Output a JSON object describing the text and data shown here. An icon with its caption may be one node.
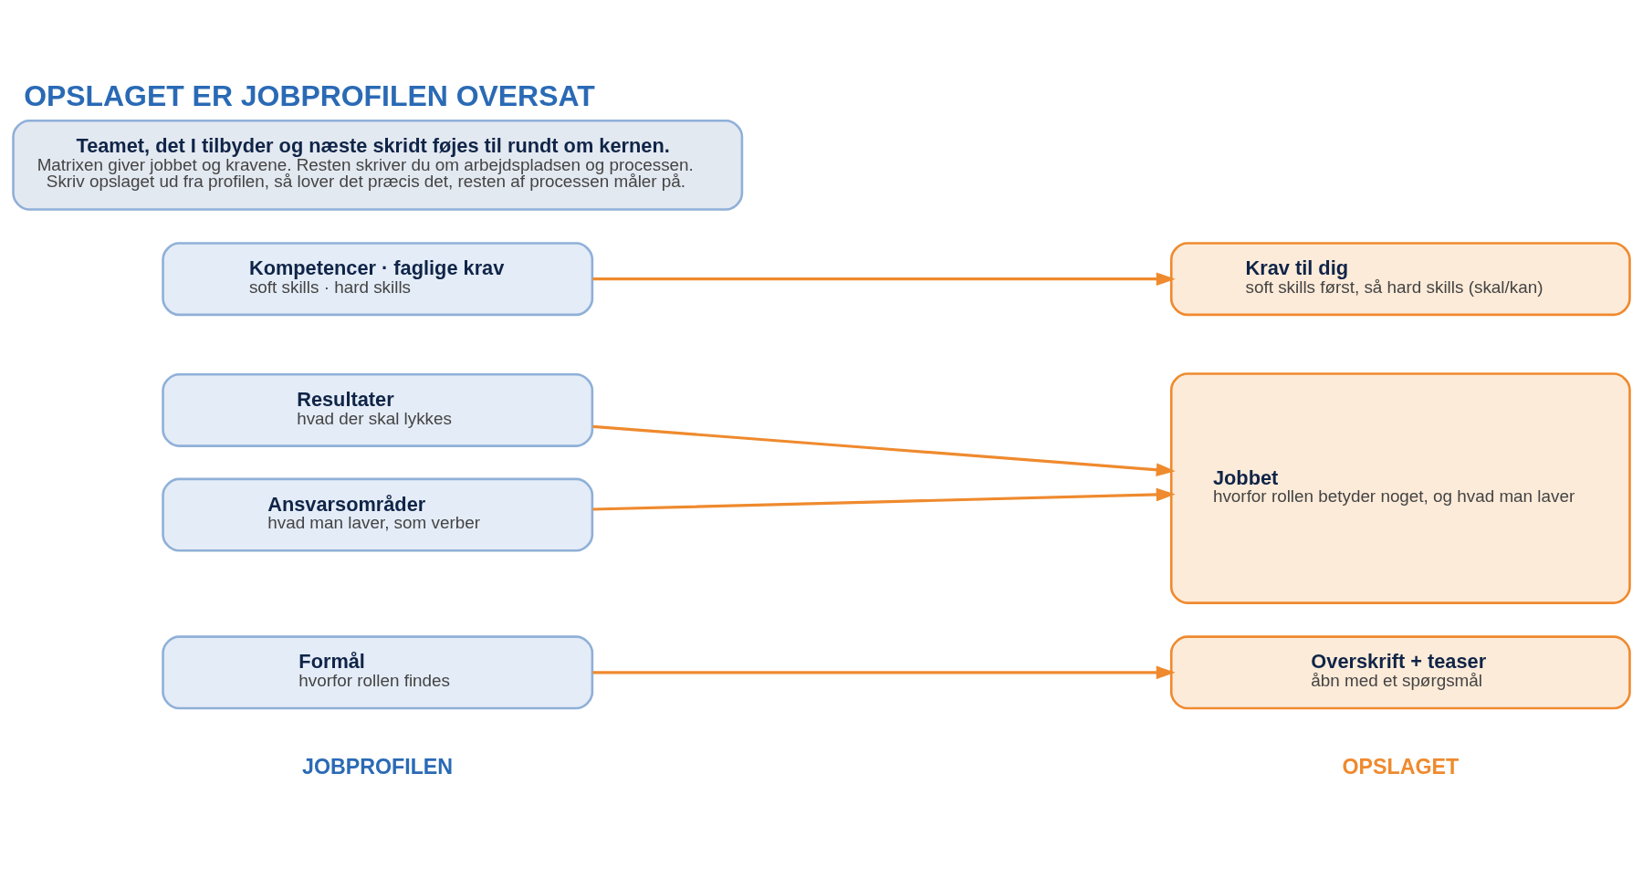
{
  "diagram": {
    "title": "OPSLAGET ER JOBPROFILEN OVERSAT",
    "nodes": [
      {
        "text": [
          "Formål",
          "hvorfor rollen findes"
        ]
      },
      {
        "text": [
          "Resultater",
          "hvad der skal lykkes"
        ]
      },
      {
        "text": [
          "Ansvarsområder",
          "hvad man laver, som verber"
        ]
      },
      {
        "text": [
          "Kompetencer · faglige krav",
          "soft skills · hard skills"
        ]
      },
      {
        "text": [
          "Overskrift + teaser",
          "åbn med et spørgsmål"
        ]
      },
      {
        "text": [
          "Jobbet",
          "hvorfor rollen betyder noget, og hvad man laver"
        ]
      },
      {
        "text": [
          "Krav til dig",
          "soft skills først, så hard skills (skal/kan)"
        ]
      },
      {
        "text": [
          "Teamet, det I tilbyder og næste skridt føjes til rundt om kernen.",
          "Matrixen giver jobbet og kravene. Resten skriver du om arbejdspladsen og processen.",
          "Skriv opslaget ud fra profilen, så lover det præcis det, resten af processen måler på."
        ]
      }
    ],
    "edges": [
      {
        "from": 0,
        "to": 4,
        "arrow": "to"
      },
      {
        "from": 1,
        "to": 5,
        "arrow": "to"
      },
      {
        "from": 2,
        "to": 5,
        "arrow": "to"
      },
      {
        "from": 3,
        "to": 6,
        "arrow": "to"
      }
    ],
    "labels": [
      "JOBPROFILEN",
      "OPSLAGET"
    ]
  }
}
